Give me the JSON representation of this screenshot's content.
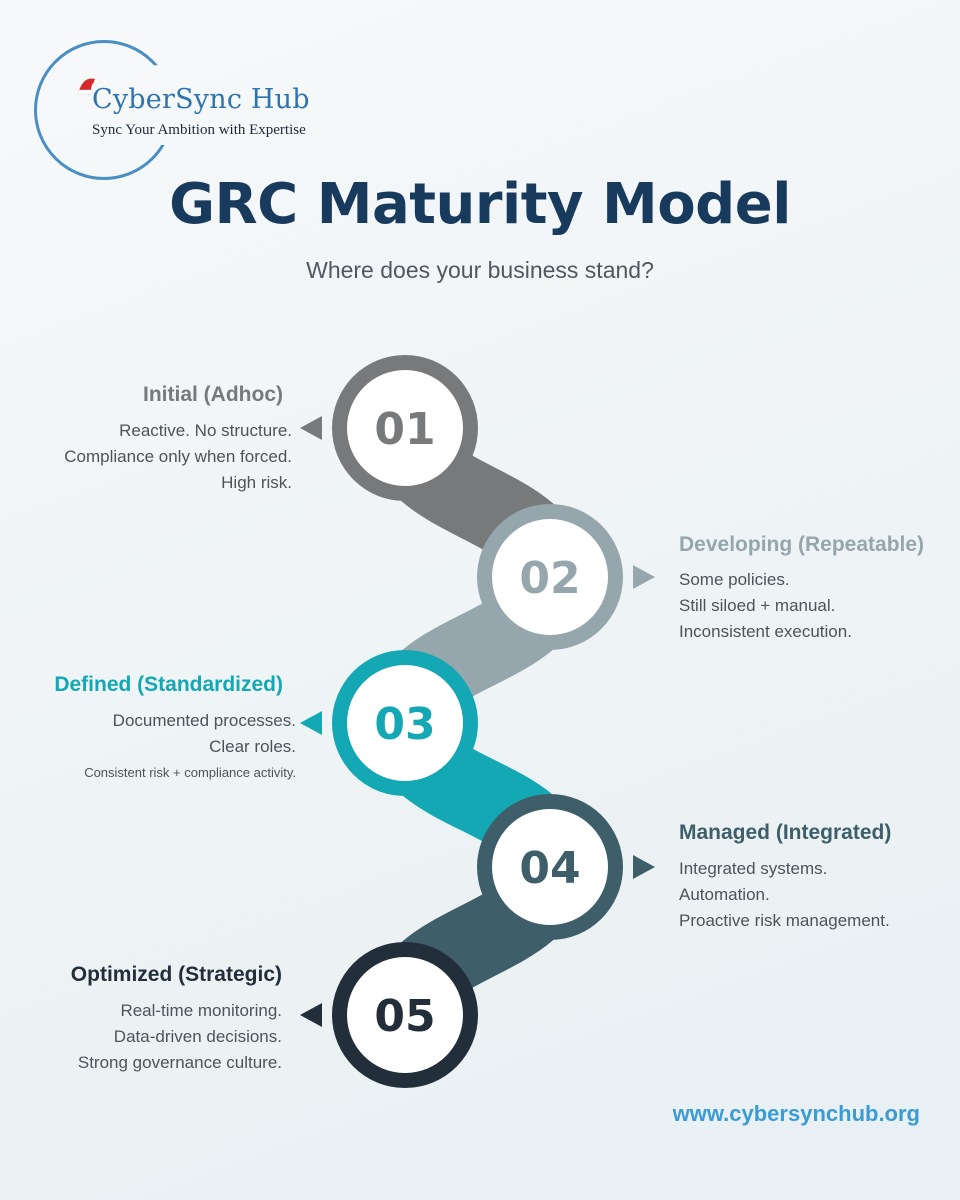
{
  "brand": {
    "name": "CyberSync Hub",
    "tagline": "Sync Your Ambition with Expertise",
    "website": "www.cybersynchub.org",
    "accent_color": "#3b9bd4"
  },
  "page": {
    "title": "GRC Maturity Model",
    "subtitle": "Where does your business stand?"
  },
  "stages": [
    {
      "number": "01",
      "title": "Initial (Adhoc)",
      "color": "#77797b",
      "lines": [
        "Reactive. No structure.",
        "Compliance only when forced.",
        "High risk."
      ]
    },
    {
      "number": "02",
      "title": "Developing (Repeatable)",
      "color": "#95a7ac",
      "lines": [
        "Some policies.",
        "Still siloed + manual.",
        "Inconsistent execution."
      ]
    },
    {
      "number": "03",
      "title": "Defined (Standardized)",
      "color": "#13a8b4",
      "lines": [
        "Documented processes.",
        "Clear roles.",
        "Consistent risk + compliance activity."
      ]
    },
    {
      "number": "04",
      "title": "Managed (Integrated)",
      "color": "#3e5e6a",
      "lines": [
        "Integrated systems.",
        "Automation.",
        "Proactive risk management."
      ]
    },
    {
      "number": "05",
      "title": "Optimized (Strategic)",
      "color": "#222e3a",
      "lines": [
        "Real-time monitoring.",
        "Data-driven decisions.",
        "Strong governance culture."
      ]
    }
  ]
}
